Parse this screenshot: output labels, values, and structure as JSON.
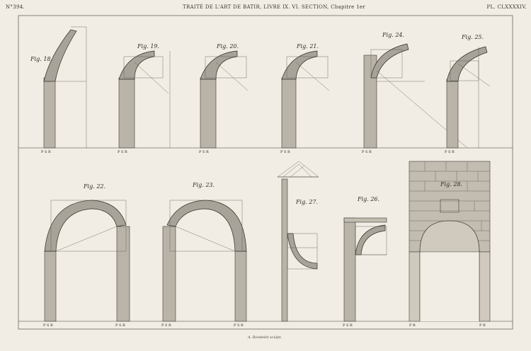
{
  "header": {
    "left": "N°394.",
    "center": "TRAITÉ DE L'ART DE BATIR, LIVRE IX. VI. SECTION, Chapitre 1er",
    "right": "PL. CLXXXXIV."
  },
  "credit": "A. Rondelet sculpt.",
  "figures": {
    "fig18": "Fig. 18.",
    "fig19": "Fig. 19.",
    "fig20": "Fig. 20.",
    "fig21": "Fig. 21.",
    "fig24": "Fig. 24.",
    "fig25": "Fig. 25.",
    "fig22": "Fig. 22.",
    "fig23": "Fig. 23.",
    "fig27": "Fig. 27.",
    "fig26": "Fig. 26.",
    "fig28": "Fig. 28."
  },
  "base_labels": {
    "psr": "P S R",
    "pr": "P R"
  },
  "colors": {
    "paper": "#f1ede4",
    "ink": "#3e3a34",
    "shade": "#b9b3a8"
  }
}
